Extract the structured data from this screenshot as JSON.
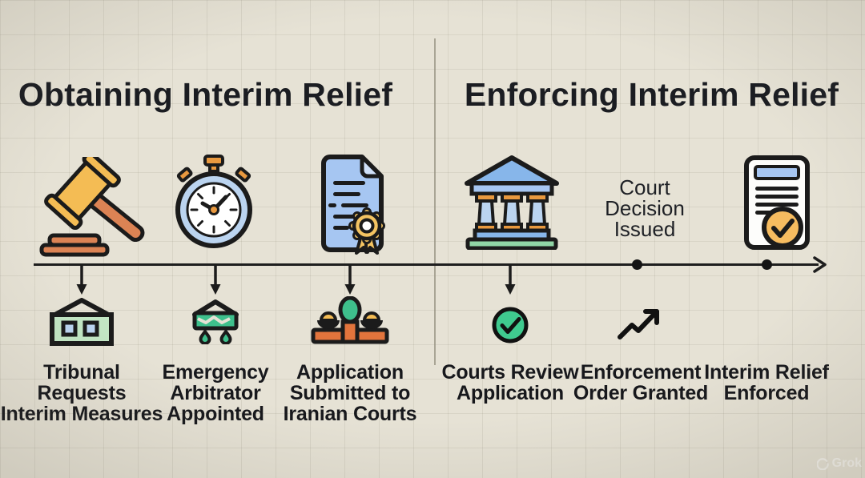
{
  "palette": {
    "background": "#e6e2d5",
    "ink": "#1b1b1b",
    "divider_gray": "#94907f",
    "blue_light": "#bbd4f0",
    "blue_mid": "#a6c6f2",
    "blue_roof": "#87b6ea",
    "yellow": "#f4bc54",
    "gold": "#f4c462",
    "orange": "#dc8354",
    "orange_deep": "#e2743c",
    "orange_button": "#e9993f",
    "green": "#3ec08c",
    "green_light": "#c2e6c4",
    "green_base": "#90d6a6",
    "paper_white": "#fdfdfb"
  },
  "left_section": {
    "title": "Obtaining Interim Relief",
    "steps": [
      {
        "top_icon": "gavel-icon",
        "bottom_icon": "tribunal-building-icon",
        "label_lines": [
          "Tribunal",
          "Requests",
          "Interim Measures"
        ]
      },
      {
        "top_icon": "stopwatch-icon",
        "bottom_icon": "arbitrator-icon",
        "label_lines": [
          "Emergency",
          "Arbitrator",
          "Appointed"
        ]
      },
      {
        "top_icon": "certificate-document-icon",
        "bottom_icon": "people-group-icon",
        "label_lines": [
          "Application",
          "Submitted to",
          "Iranian Courts"
        ]
      }
    ]
  },
  "right_section": {
    "title": "Enforcing Interim Relief",
    "steps": [
      {
        "top_icon": "courthouse-icon",
        "bottom_icon": "check-circle-icon",
        "label_lines": [
          "Courts Review",
          "Application"
        ]
      },
      {
        "top_text_lines": [
          "Court",
          "Decision",
          "Issued"
        ],
        "bottom_icon": "trend-up-icon",
        "label_lines": [
          "Enforcement",
          "Order Granted"
        ]
      },
      {
        "top_icon": "verified-document-icon",
        "label_lines": [
          "Interim Relief",
          "Enforced"
        ]
      }
    ]
  },
  "watermark": {
    "text": "Grok"
  }
}
